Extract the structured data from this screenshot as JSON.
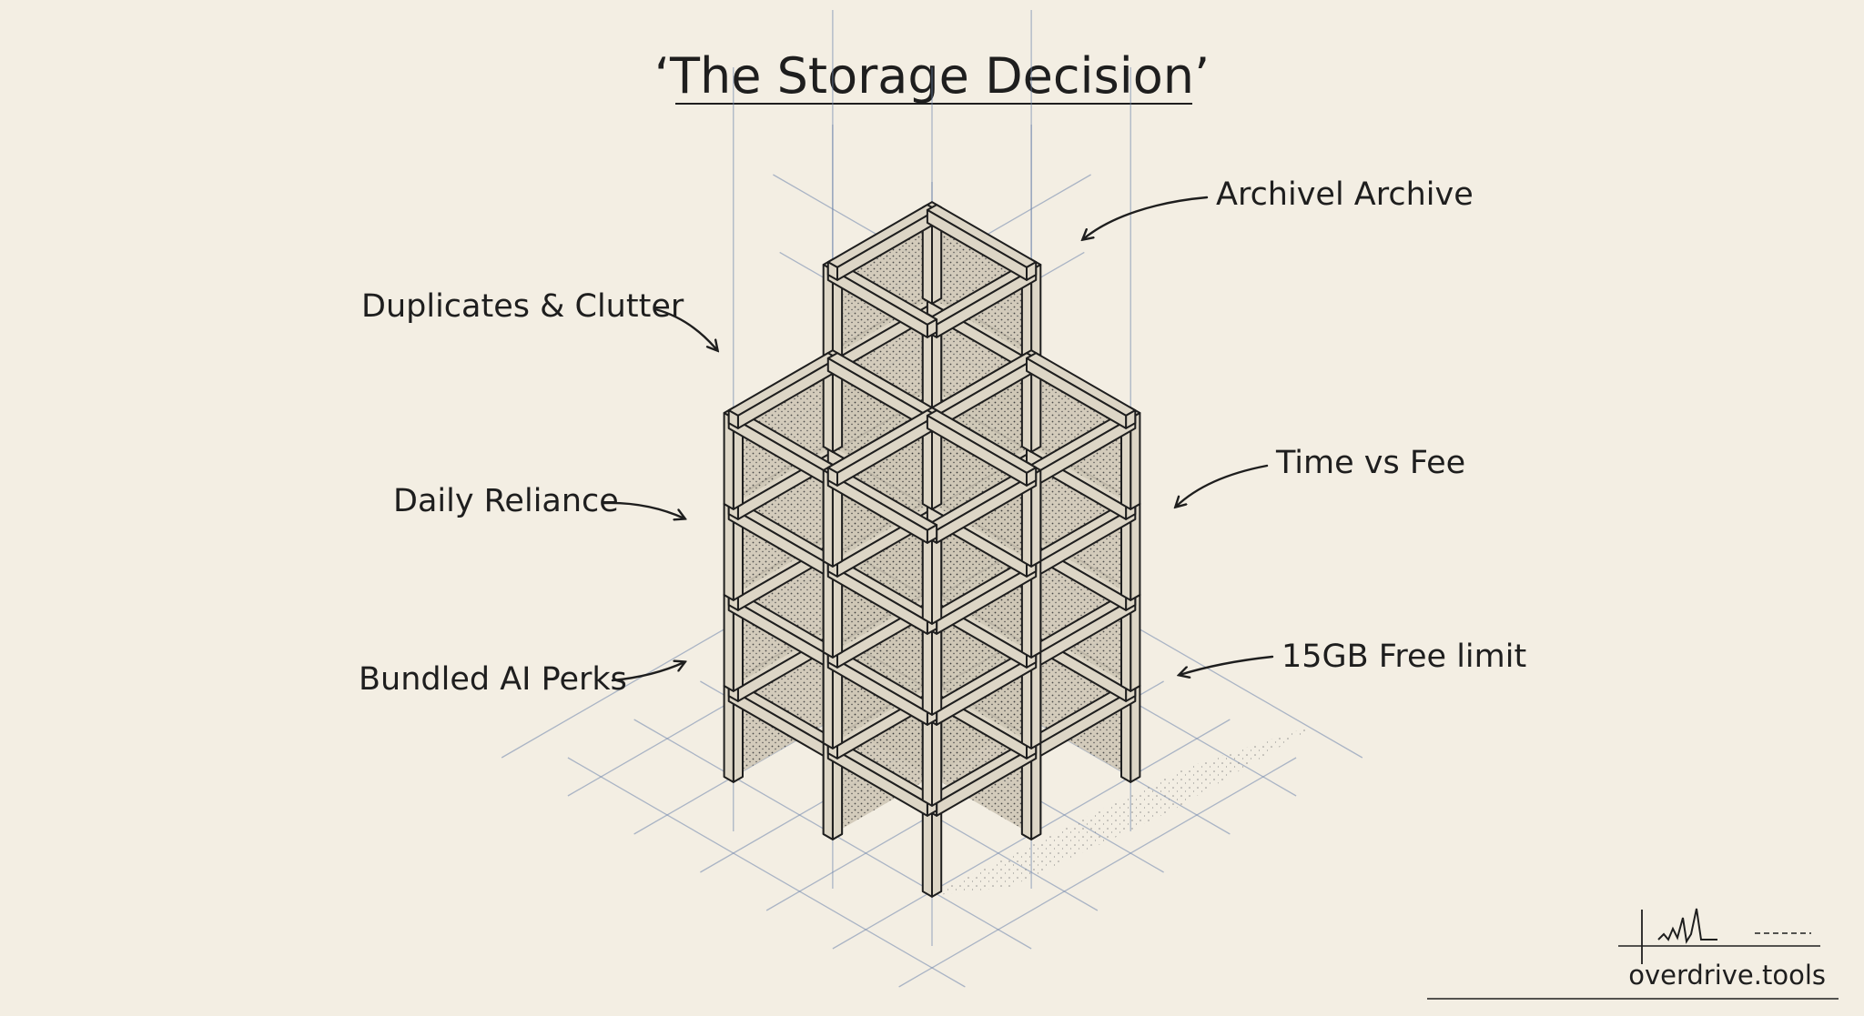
{
  "title": "‘The Storage Decision’",
  "labels": {
    "archive": "Archivel Archive",
    "duplicates": "Duplicates & Clutter",
    "time_vs_fee": "Time vs Fee",
    "daily_reliance": "Daily Reliance",
    "free_limit": "15GB Free limit",
    "bundled_ai": "Bundled AI Perks"
  },
  "brand": "overdrive.tools",
  "colors": {
    "paper": "#f3eee3",
    "ink": "#1e1e1e",
    "grid_blue": "#6f86ad"
  }
}
